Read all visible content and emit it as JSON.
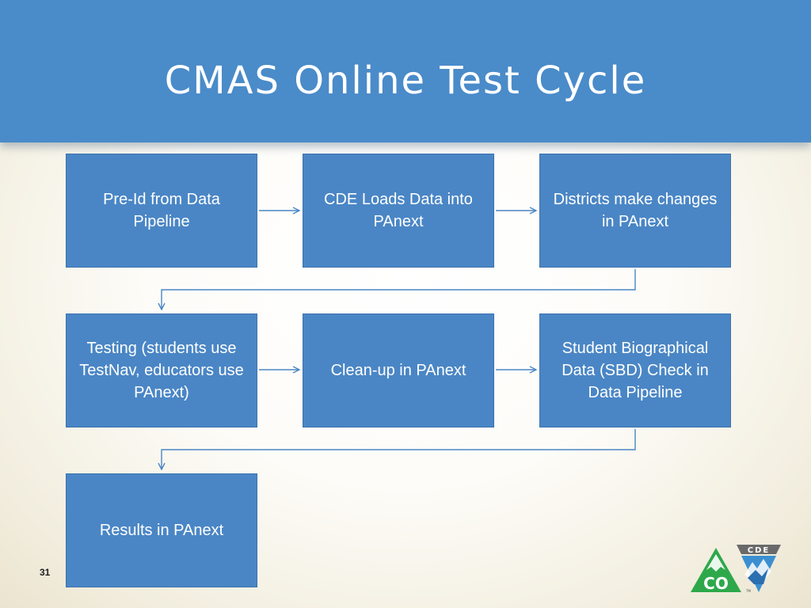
{
  "slide": {
    "title": "CMAS Online Test Cycle",
    "number": "31"
  },
  "flow": {
    "steps": [
      {
        "label": "Pre-Id from Data Pipeline"
      },
      {
        "label": "CDE Loads Data into PAnext"
      },
      {
        "label": "Districts make changes in PAnext"
      },
      {
        "label": "Testing  (students use TestNav, educators use PAnext)"
      },
      {
        "label": "Clean-up in PAnext"
      },
      {
        "label": "Student Biographical Data (SBD) Check in Data Pipeline"
      },
      {
        "label": "Results in PAnext"
      }
    ]
  },
  "logo": {
    "cde_text": "CDE",
    "co_text": "CO",
    "tm_text": "TM"
  },
  "colors": {
    "header": "#4a8bc9",
    "box": "#4a86c5",
    "arrow": "#4a86c5",
    "logo_green": "#2ea84a",
    "logo_gray": "#6a6a6a",
    "logo_blue": "#3b8fd0"
  }
}
